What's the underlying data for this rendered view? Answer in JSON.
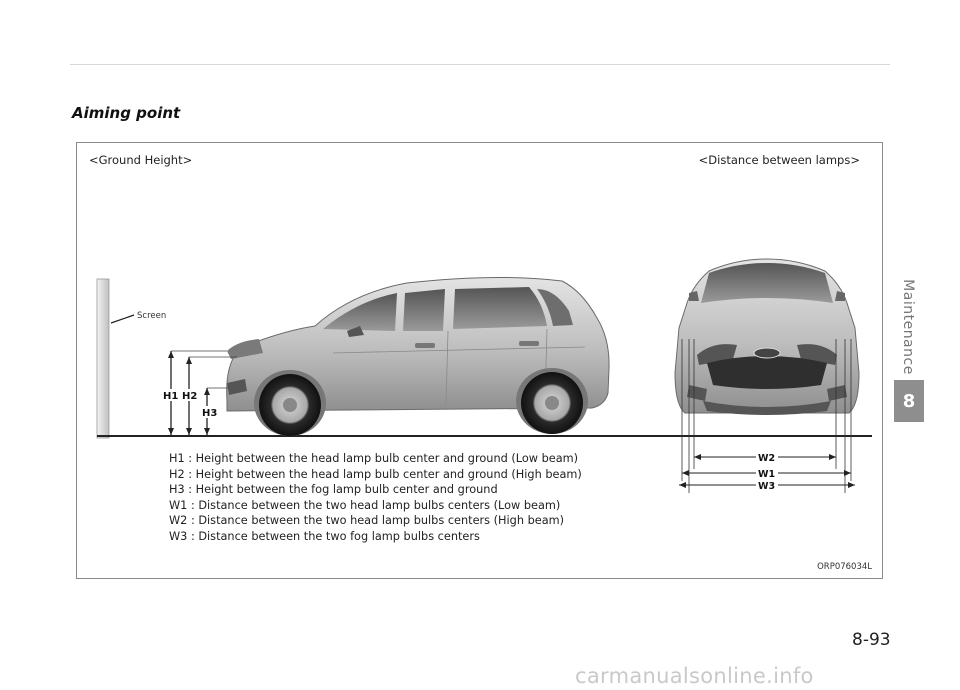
{
  "section_title": "Aiming point",
  "figure": {
    "caption_left": "<Ground Height>",
    "caption_right": "<Distance between lamps>",
    "screen_label": "Screen",
    "dim_labels": {
      "h1": "H1",
      "h2": "H2",
      "h3": "H3",
      "w1": "W1",
      "w2": "W2",
      "w3": "W3"
    },
    "legend": [
      "H1 : Height between the head lamp bulb center and ground (Low beam)",
      "H2 : Height between the head lamp bulb center and ground (High beam)",
      "H3 : Height between the fog lamp bulb center and ground",
      "W1 : Distance between the two head lamp bulbs centers (Low beam)",
      "W2 : Distance between the two head lamp bulbs centers (High beam)",
      "W3 : Distance between the two fog lamp bulbs centers"
    ],
    "figure_code": "ORP076034L"
  },
  "side_tab": {
    "label": "Maintenance",
    "chapter": "8"
  },
  "page_number": "8-93",
  "watermark": "carmanualsonline.info"
}
